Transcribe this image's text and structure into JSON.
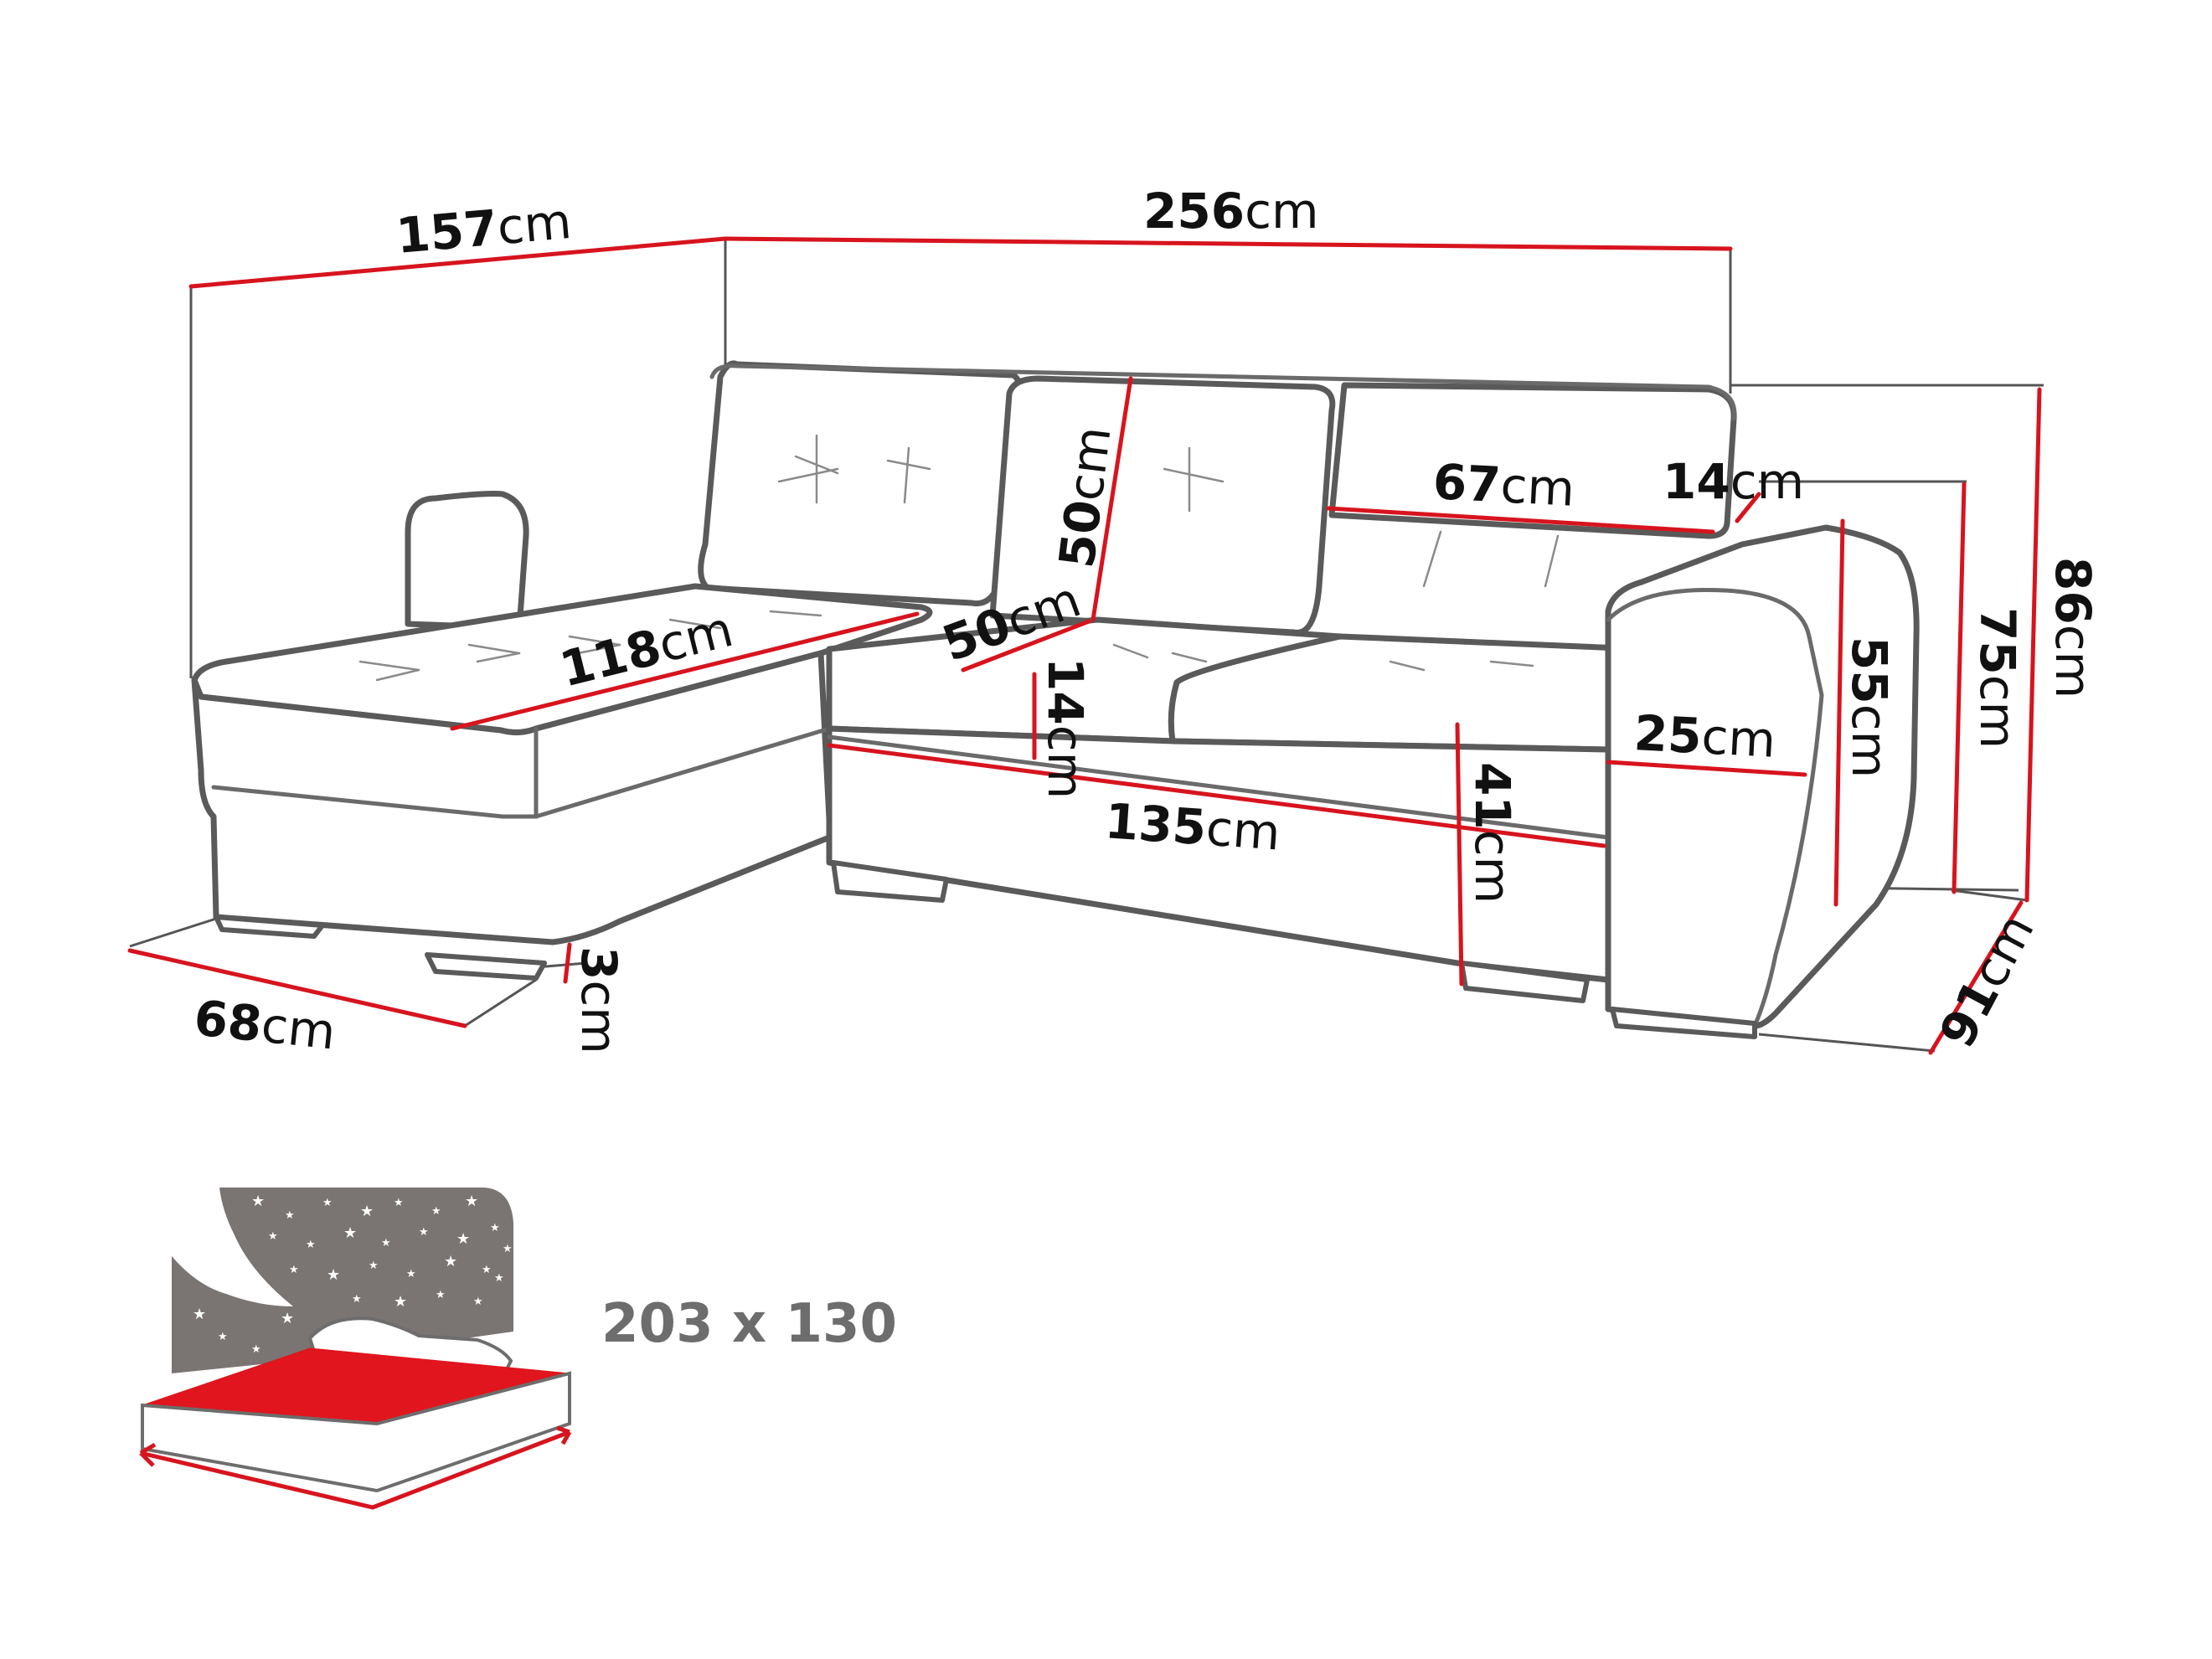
{
  "colors": {
    "dimension_line": "#d7141e",
    "outline": "#5a5a5a",
    "bed_surface": "#e0151d",
    "night_sky": "#7a7472",
    "caption_gray": "#6d6d6d"
  },
  "unit": "cm",
  "dimensions": {
    "d157": "157",
    "d256": "256",
    "d86": "86",
    "d75": "75",
    "d14_top": "14",
    "d67": "67",
    "d50_back": "50",
    "d50_seat": "50",
    "d118": "118",
    "d14_seat": "14",
    "d135": "135",
    "d41": "41",
    "d25": "25",
    "d55": "55",
    "d91": "91",
    "d68": "68",
    "d3": "3"
  },
  "sleeping_area": {
    "label": "203 x 130",
    "icon": "bed-night-icon"
  }
}
